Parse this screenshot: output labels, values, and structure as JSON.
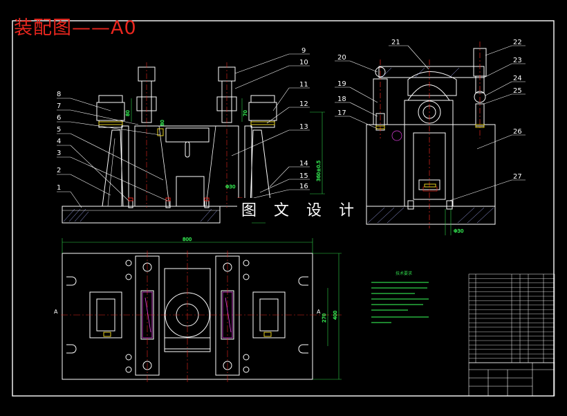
{
  "title": "装配图——A0",
  "watermark": "图 文 设 计",
  "colors": {
    "background": "#000000",
    "outline": "#ffffff",
    "title": "#e8261e",
    "centerline": "#e8261e",
    "dimension": "#2fd44a",
    "leader": "#ffffff",
    "hatch": "#aab0ff",
    "highlight": "#e040e0"
  },
  "left_callouts": [
    "8",
    "7",
    "6",
    "5",
    "4",
    "3",
    "2",
    "1"
  ],
  "middle_callouts": [
    "9",
    "10",
    "11",
    "12",
    "13",
    "14",
    "15",
    "16"
  ],
  "right_left_callouts": [
    "20",
    "19",
    "18",
    "17"
  ],
  "right_right_callouts": [
    "21",
    "22",
    "23",
    "24",
    "25",
    "26",
    "27"
  ],
  "dimensions": {
    "plan_width": "800",
    "plan_height_outer": "400",
    "plan_height_inner": "270",
    "side_height": "360±0.5",
    "height_a": "80",
    "height_b": "70",
    "height_c": "80",
    "dia_front": "Φ30",
    "dia_right": "Φ30"
  },
  "section_marks": {
    "left": "A",
    "right": "A"
  },
  "notes_title": "技术要求"
}
